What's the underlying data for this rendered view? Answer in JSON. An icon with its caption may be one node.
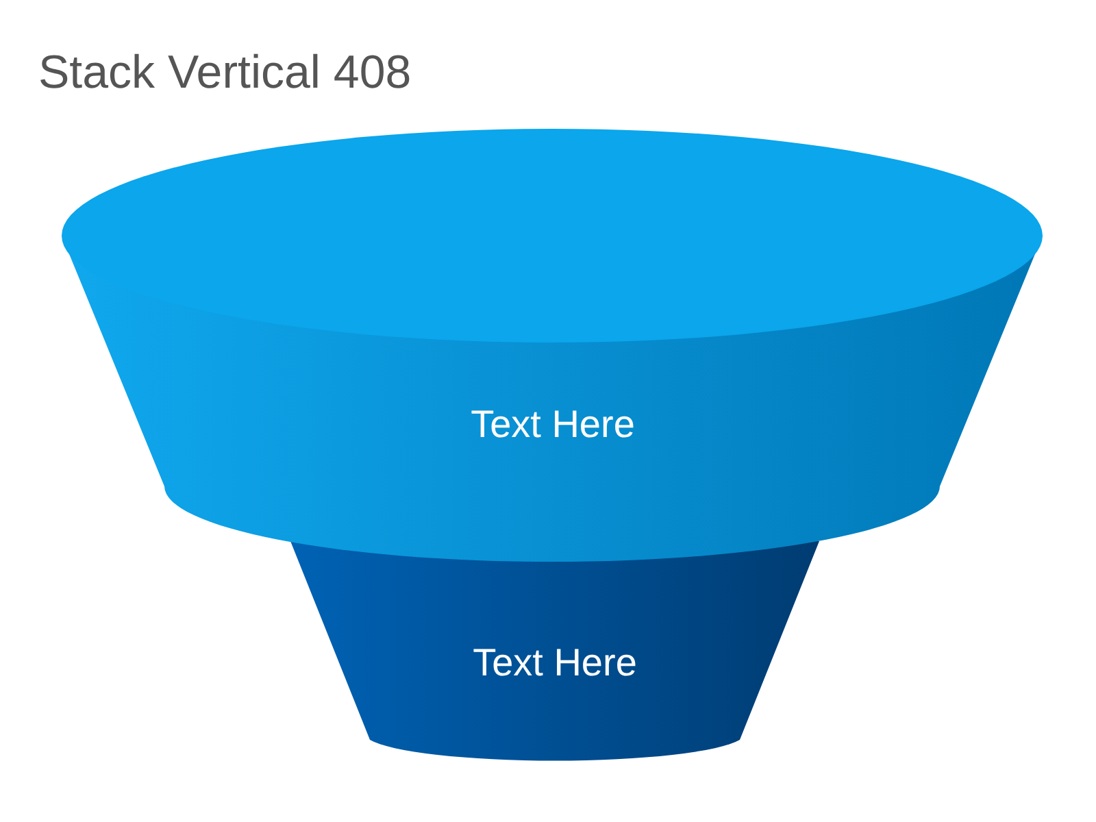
{
  "diagram": {
    "title": "Stack Vertical 408",
    "nodes": [
      {
        "text": [
          "Text Here"
        ]
      },
      {
        "text": [
          "Text Here"
        ]
      }
    ]
  }
}
